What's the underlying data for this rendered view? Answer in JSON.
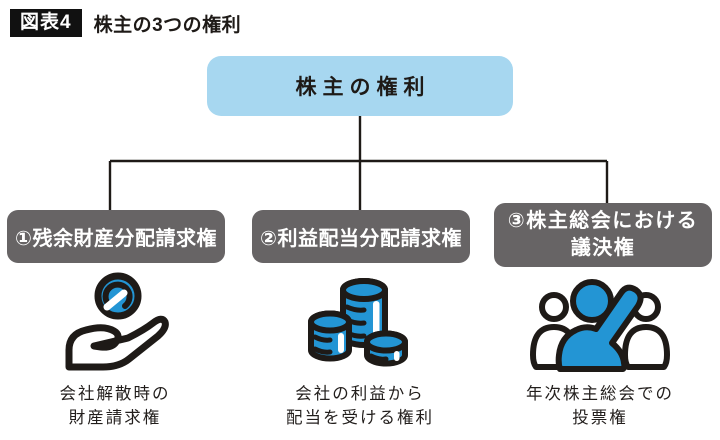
{
  "header": {
    "badge": "図表4",
    "title": "株主の3つの権利"
  },
  "root": {
    "label": "株主の権利"
  },
  "branches": [
    {
      "box_label": "①残余財産分配請求権",
      "icon": "hand-offering-coin-icon",
      "caption": "会社解散時の\n財産請求権"
    },
    {
      "box_label": "②利益配当分配請求権",
      "icon": "coin-stacks-icon",
      "caption": "会社の利益から\n配当を受ける権利"
    },
    {
      "box_label": "③株主総会における\n議決権",
      "icon": "person-raising-hand-icon",
      "caption": "年次株主総会での\n投票権"
    }
  ],
  "colors": {
    "accent_light_blue": "#a7d7f0",
    "branch_box_gray": "#676465",
    "icon_blue": "#2395d4",
    "outline_black": "#1e1a17"
  }
}
